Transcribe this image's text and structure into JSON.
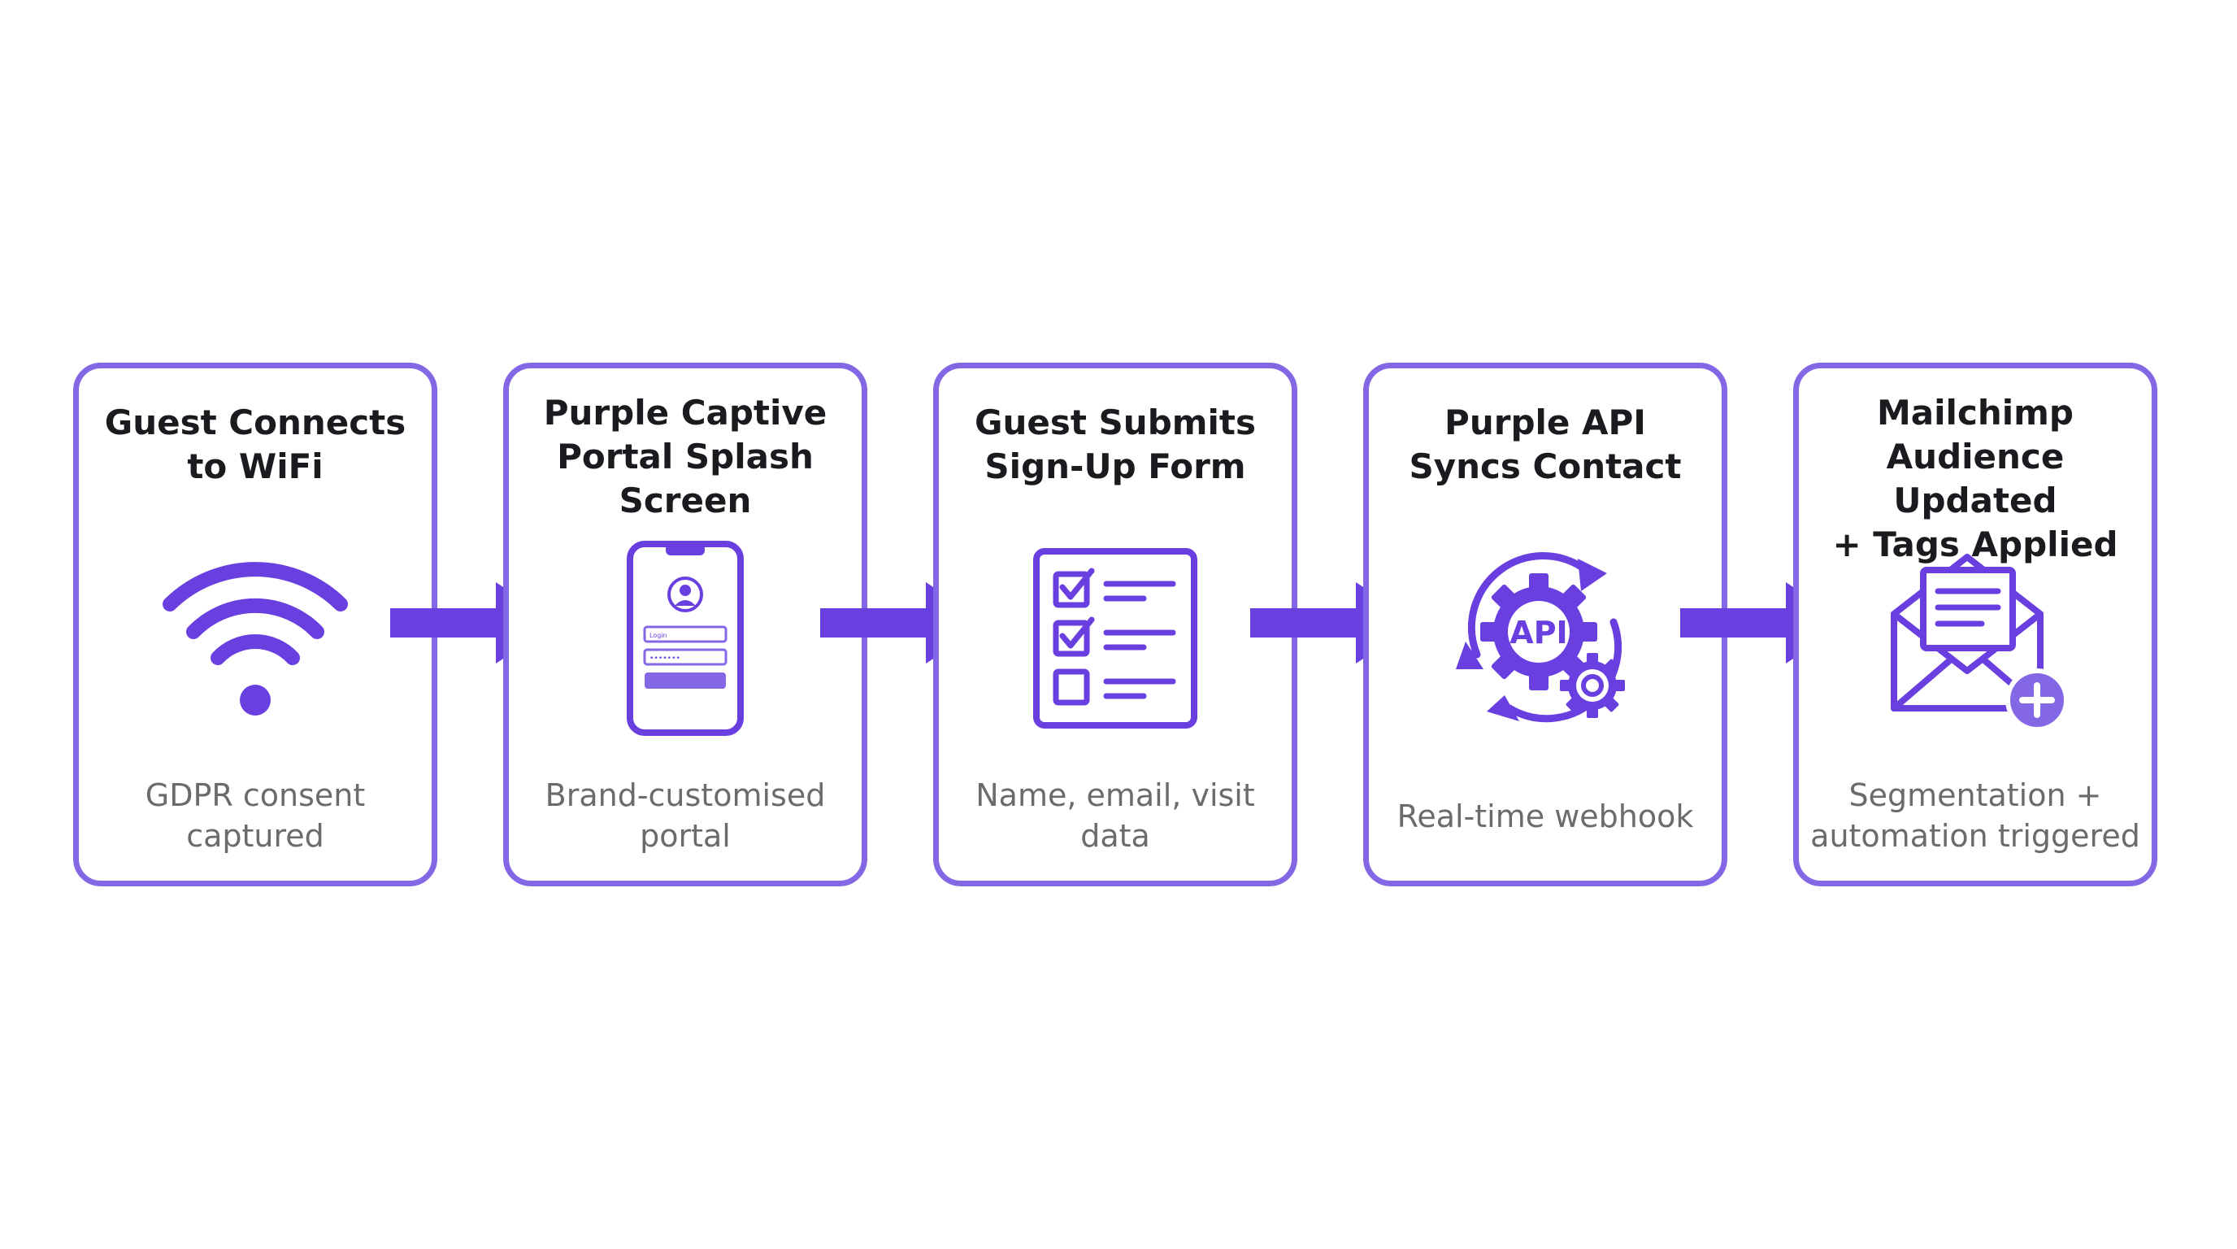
{
  "colors": {
    "accent": "#6a3fe0",
    "border": "#8367e4",
    "title_text": "#1a1a1f",
    "description_text": "#6b6b6b",
    "background": "#ffffff"
  },
  "steps": [
    {
      "title_lines": [
        "Guest Connects",
        "to WiFi"
      ],
      "icon": "wifi-icon",
      "description_lines": [
        "GDPR consent",
        "captured"
      ]
    },
    {
      "title_lines": [
        "Purple Captive",
        "Portal Splash",
        "Screen"
      ],
      "icon": "smartphone-login-icon",
      "icon_text": "Login",
      "description_lines": [
        "Brand-customised",
        "portal"
      ]
    },
    {
      "title_lines": [
        "Guest Submits",
        "Sign-Up Form"
      ],
      "icon": "checklist-form-icon",
      "description_lines": [
        "Name, email, visit",
        "data"
      ]
    },
    {
      "title_lines": [
        "Purple API",
        "Syncs Contact"
      ],
      "icon": "api-sync-gear-icon",
      "icon_text": "API",
      "description_lines": [
        "Real-time webhook"
      ]
    },
    {
      "title_lines": [
        "Mailchimp",
        "Audience Updated",
        "+ Tags Applied"
      ],
      "icon": "email-add-icon",
      "description_lines": [
        "Segmentation +",
        "automation triggered"
      ]
    }
  ],
  "connectors": [
    "arrow-right-icon",
    "arrow-right-icon",
    "arrow-right-icon",
    "arrow-right-icon"
  ]
}
